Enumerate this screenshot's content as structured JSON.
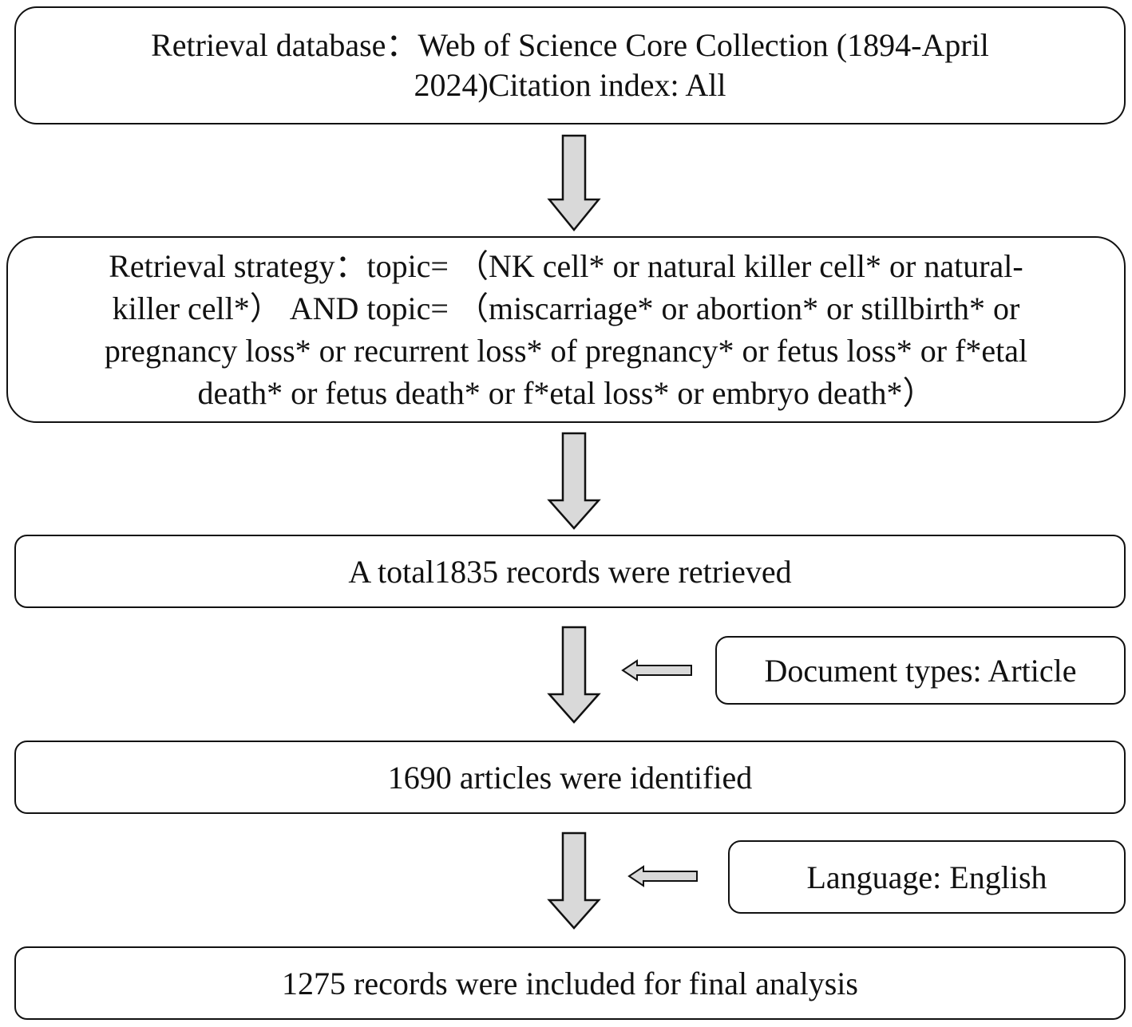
{
  "nodes": {
    "database": "Retrieval database：Web of Science Core Collection (1894-April\n2024)Citation index: All",
    "strategy": "Retrieval strategy：topic= （NK cell* or natural killer cell* or natural-\nkiller cell*） AND topic= （miscarriage* or abortion* or stillbirth* or\npregnancy loss* or recurrent loss* of pregnancy* or fetus loss* or f*etal\ndeath* or fetus death* or f*etal loss* or embryo death*）",
    "retrieved": "A total1835 records were retrieved",
    "doc_type_filter": "Document types: Article",
    "identified": "1690 articles were identified",
    "language_filter": "Language: English",
    "final": "1275 records were included for final analysis"
  },
  "edges": [
    {
      "from": "database",
      "to": "strategy"
    },
    {
      "from": "strategy",
      "to": "retrieved"
    },
    {
      "from": "retrieved",
      "to": "identified"
    },
    {
      "from": "doc_type_filter",
      "to": "retrieved-identified arrow"
    },
    {
      "from": "identified",
      "to": "final"
    },
    {
      "from": "language_filter",
      "to": "identified-final arrow"
    }
  ],
  "colors": {
    "arrow_fill": "#d9d9d9",
    "stroke": "#111111",
    "background": "#ffffff"
  }
}
